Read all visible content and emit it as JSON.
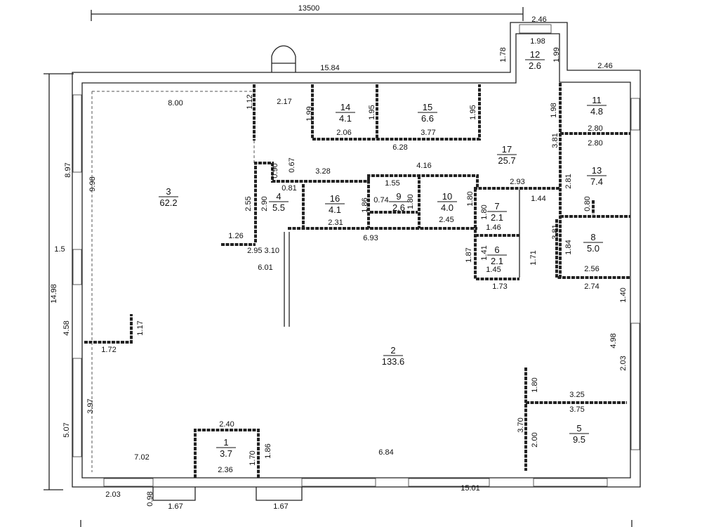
{
  "plan": {
    "rooms": [
      {
        "number": "1",
        "area": "3.7"
      },
      {
        "number": "2",
        "area": "133.6"
      },
      {
        "number": "3",
        "area": "62.2"
      },
      {
        "number": "4",
        "area": "5.5"
      },
      {
        "number": "5",
        "area": "9.5"
      },
      {
        "number": "6",
        "area": "2.1"
      },
      {
        "number": "7",
        "area": "2.1"
      },
      {
        "number": "8",
        "area": "5.0"
      },
      {
        "number": "9",
        "area": "2.6"
      },
      {
        "number": "10",
        "area": "4.0"
      },
      {
        "number": "11",
        "area": "4.8"
      },
      {
        "number": "12",
        "area": "2.6"
      },
      {
        "number": "13",
        "area": "7.4"
      },
      {
        "number": "14",
        "area": "4.1"
      },
      {
        "number": "15",
        "area": "6.6"
      },
      {
        "number": "16",
        "area": "4.1"
      },
      {
        "number": "17",
        "area": "25.7"
      }
    ],
    "dimensions": [
      "13500",
      "15.84",
      "2.46",
      "1.98",
      "1.99",
      "1.78",
      "2.46",
      "8.00",
      "1.12",
      "2.17",
      "1.99",
      "1.95",
      "2.06",
      "1.95",
      "3.77",
      "6.28",
      "1.98",
      "2.80",
      "2.80",
      "3.81",
      "2.81",
      "0.80",
      "3.81",
      "1.84",
      "2.56",
      "2.74",
      "1.40",
      "4.98",
      "2.03",
      "9.98",
      "8.97",
      "1.5",
      "14.98",
      "4.58",
      "5.07",
      "3.97",
      "1.72",
      "1.17",
      "1.26",
      "2.95  3.10",
      "6.01",
      "2.55",
      "2.90",
      "0.90",
      "0.67",
      "3.28",
      "0.81",
      "4.16",
      "1.55",
      "1.86",
      "0.74",
      "1.80",
      "1.80",
      "2.31",
      "2.45",
      "6.93",
      "2.93",
      "1.44",
      "1.80",
      "1.46",
      "1.87",
      "1.41",
      "1.45",
      "1.73",
      "1.71",
      "1.80",
      "3.25",
      "3.75",
      "3.70",
      "2.00",
      "6.84",
      "15.01",
      "2.40",
      "1.70",
      "1.86",
      "2.36",
      "7.02",
      "2.03",
      "0.98",
      "1.67",
      "1.67"
    ]
  }
}
